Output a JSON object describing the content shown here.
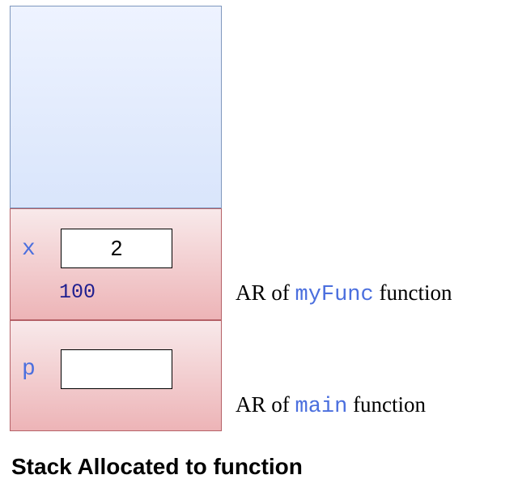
{
  "stack": {
    "frames": [
      {
        "variable": "x",
        "value": "2",
        "address": "100",
        "label_prefix": "AR of",
        "function_name": "myFunc",
        "label_suffix": "function"
      },
      {
        "variable": "p",
        "value": "",
        "label_prefix": "AR of",
        "function_name": "main",
        "label_suffix": "function"
      }
    ],
    "colors": {
      "free_region": "#dce7fb",
      "frame_fill": "#f2c9cb",
      "frame_border": "#b56167",
      "variable_text": "#4b6fde",
      "address_text": "#1f1f8f"
    }
  },
  "caption": "Stack Allocated to function"
}
